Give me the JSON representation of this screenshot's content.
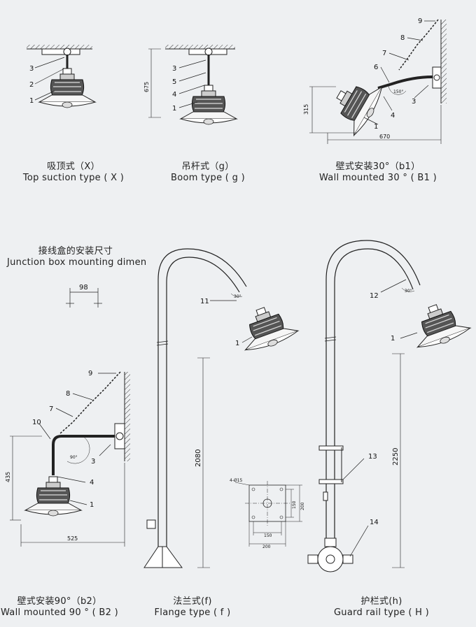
{
  "captions": {
    "top_suction": {
      "cn": "吸顶式（X）",
      "en": "Top suction type ( X )"
    },
    "boom": {
      "cn": "吊杆式（g）",
      "en": "Boom type ( g )"
    },
    "wall30": {
      "cn": "壁式安装30°（b1）",
      "en": "Wall mounted 30 ° ( B1 )"
    },
    "junction": {
      "cn": "接线盒的安装尺寸",
      "en": "Junction box mounting dimen"
    },
    "wall90": {
      "cn": "壁式安装90°（b2）",
      "en": "Wall mounted 90 ° ( B2 )"
    },
    "flange": {
      "cn": "法兰式(f)",
      "en": "Flange type ( f )"
    },
    "guard": {
      "cn": "护栏式(h)",
      "en": "Guard rail type ( H )"
    }
  },
  "labels": {
    "top": [
      "3",
      "2",
      "1"
    ],
    "boom": [
      "3",
      "5",
      "4",
      "1"
    ],
    "wall30": [
      "9",
      "8",
      "7",
      "6",
      "4",
      "1",
      "3"
    ],
    "wall90": [
      "9",
      "8",
      "7",
      "10",
      "3",
      "4",
      "1"
    ],
    "flange": [
      "11",
      "1"
    ],
    "guard": [
      "12",
      "1",
      "13",
      "14"
    ]
  },
  "dimensions": {
    "boom_height": "675",
    "wall30_height": "315",
    "wall30_width": "670",
    "wall30_angle": "150°",
    "junction_spacing": "98",
    "wall90_height": "435",
    "wall90_width": "525",
    "wall90_angle": "90°",
    "flange_height": "2080",
    "flange_angle": "30°",
    "flange_holes": "4-Ø15",
    "flange_inner_h": "150",
    "flange_outer_h": "200",
    "flange_inner_w": "150",
    "flange_outer_w": "200",
    "guard_height": "2250",
    "guard_angle": "30°"
  },
  "colors": {
    "line": "#2a2a2a",
    "background": "#eef0f2"
  }
}
